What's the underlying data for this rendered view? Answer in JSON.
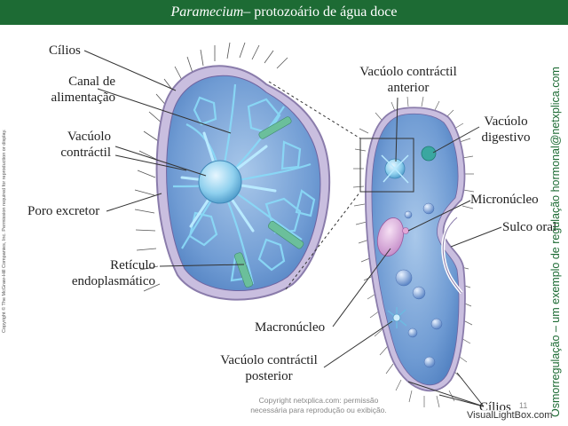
{
  "title": {
    "italic": "Paramecium",
    "rest": " – protozoário de água doce"
  },
  "labels": {
    "cilios_top": "Cílios",
    "canal_1": "Canal de",
    "canal_2": "alimentação",
    "vacuolo_contr_1": "Vacúolo",
    "vacuolo_contr_2": "contráctil",
    "poro": "Poro excretor",
    "reticulo_1": "Retículo",
    "reticulo_2": "endoplasmático",
    "vac_anterior_1": "Vacúolo contráctil",
    "vac_anterior_2": "anterior",
    "vac_digestivo_1": "Vacúolo",
    "vac_digestivo_2": "digestivo",
    "micronucleo": "Micronúcleo",
    "sulco": "Sulco oral",
    "macronucleo": "Macronúcleo",
    "vac_posterior_1": "Vacúolo contráctil",
    "vac_posterior_2": "posterior",
    "cilios_bottom": "Cílios"
  },
  "side_copyright": "Copyright © The McGraw-Hill Companies, Inc. Permission required for reproduction or display.",
  "side_right": "Osmorregulação – um exemplo de regulação hormonal@netxplica.com",
  "footer": {
    "line1": "Copyright netxplica.com: permissão",
    "line2": "necessária para reprodução ou exibição."
  },
  "page_number": "11",
  "watermark": "VisualLightBox.com",
  "colors": {
    "title_bar": "#1d6b34",
    "cytoplasm": "#7fa8d8",
    "membrane": "#9a8db8",
    "reticulum": "#6fc8ee",
    "macronucleus": "#d8a8d8",
    "side_text": "#1d6b34"
  }
}
